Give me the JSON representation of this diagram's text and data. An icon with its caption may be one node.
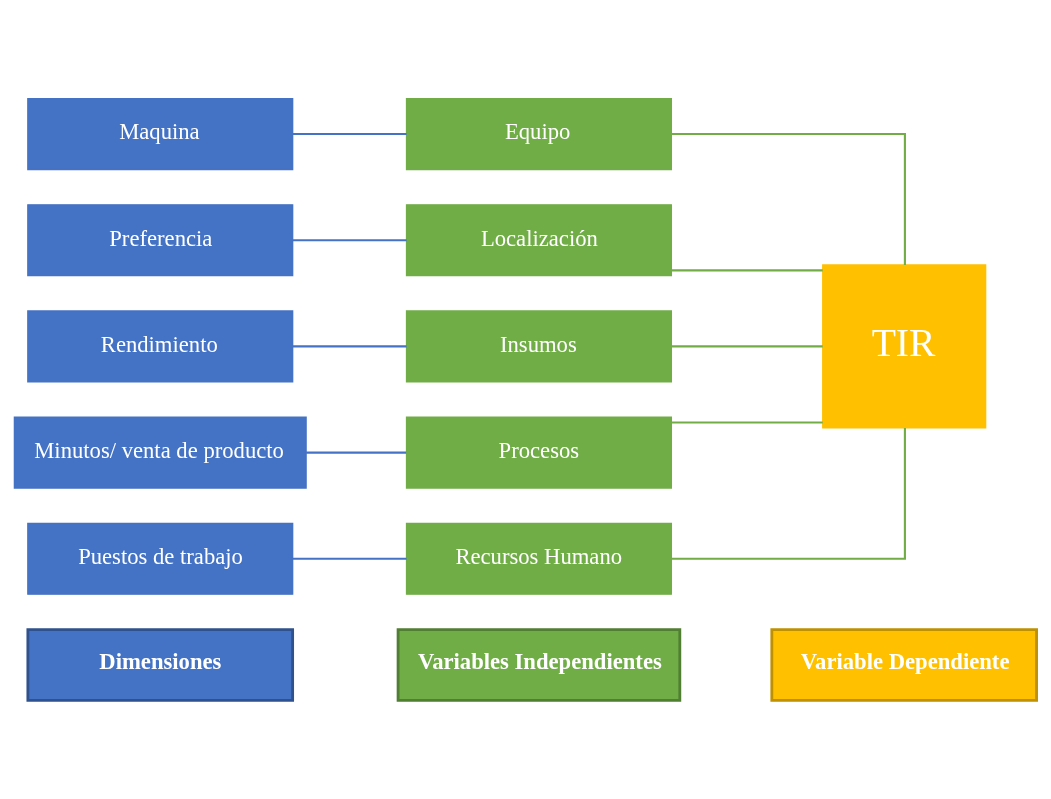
{
  "diagram": {
    "nodes": [
      {
        "text": [
          "Dimensiones"
        ]
      },
      {
        "text": [
          "Variables Independientes"
        ]
      },
      {
        "text": [
          "Variable Dependiente"
        ]
      },
      {
        "text": [
          "Maquina"
        ]
      },
      {
        "text": [
          "Equipo"
        ]
      },
      {
        "text": [
          "Preferencia"
        ]
      },
      {
        "text": [
          "Localización"
        ]
      },
      {
        "text": [
          "Rendimiento"
        ]
      },
      {
        "text": [
          "Insumos"
        ]
      },
      {
        "text": [
          "Minutos/ venta de producto"
        ]
      },
      {
        "text": [
          "Procesos"
        ]
      },
      {
        "text": [
          "Puestos de trabajo"
        ]
      },
      {
        "text": [
          "Recursos Humano"
        ]
      },
      {
        "text": [
          "TIR"
        ]
      }
    ],
    "edges": [
      {
        "from": 3,
        "to": 4,
        "arrow": "none"
      },
      {
        "from": 5,
        "to": 6,
        "arrow": "none"
      },
      {
        "from": 7,
        "to": 8,
        "arrow": "none"
      },
      {
        "from": 9,
        "to": 10,
        "arrow": "none"
      },
      {
        "from": 11,
        "to": 12,
        "arrow": "none"
      },
      {
        "from": 4,
        "to": 13,
        "arrow": "none",
        "color": "#70ad47"
      },
      {
        "from": 6,
        "to": 13,
        "arrow": "none",
        "color": "#70ad47"
      },
      {
        "from": 8,
        "to": 13,
        "arrow": "none",
        "color": "#70ad47"
      },
      {
        "from": 10,
        "to": 13,
        "arrow": "none",
        "color": "#70ad47"
      },
      {
        "from": 12,
        "to": 13,
        "arrow": "none",
        "color": "#70ad47"
      }
    ]
  }
}
